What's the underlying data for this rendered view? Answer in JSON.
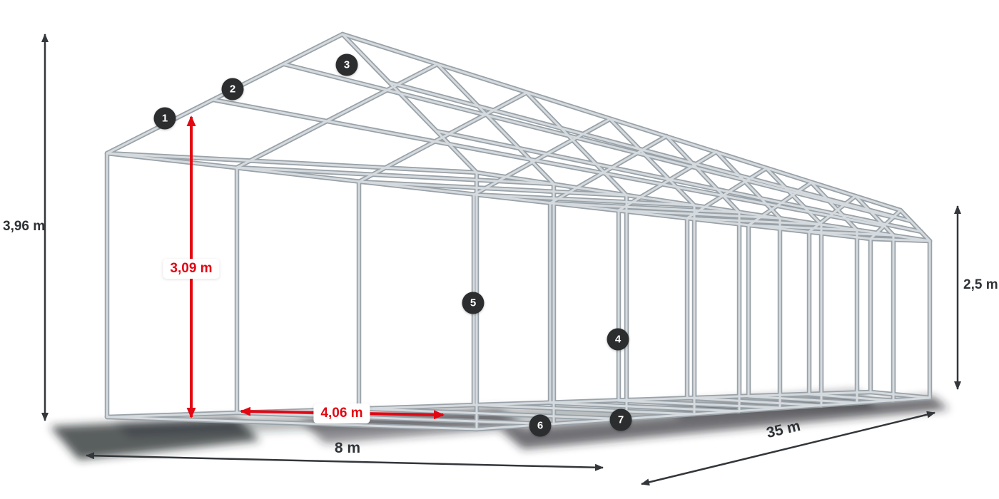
{
  "diagram": {
    "subject": "tent-steel-frame-construction",
    "dimension_labels": {
      "ridge_height": "3,96 m",
      "inner_passage_height": "3,09 m",
      "inner_passage_width": "4,06 m",
      "width": "8 m",
      "length": "35 m",
      "side_height": "2,5 m"
    },
    "markers": [
      "1",
      "2",
      "3",
      "4",
      "5",
      "6",
      "7"
    ],
    "colors": {
      "highlight_red": "#e30613",
      "dimension_dark": "#33363a",
      "frame_tube_light": "#d5dade",
      "frame_tube_dark": "#99a2a8",
      "marker_background": "#2b2d2e",
      "marker_text": "#ffffff",
      "background": "#ffffff"
    }
  }
}
